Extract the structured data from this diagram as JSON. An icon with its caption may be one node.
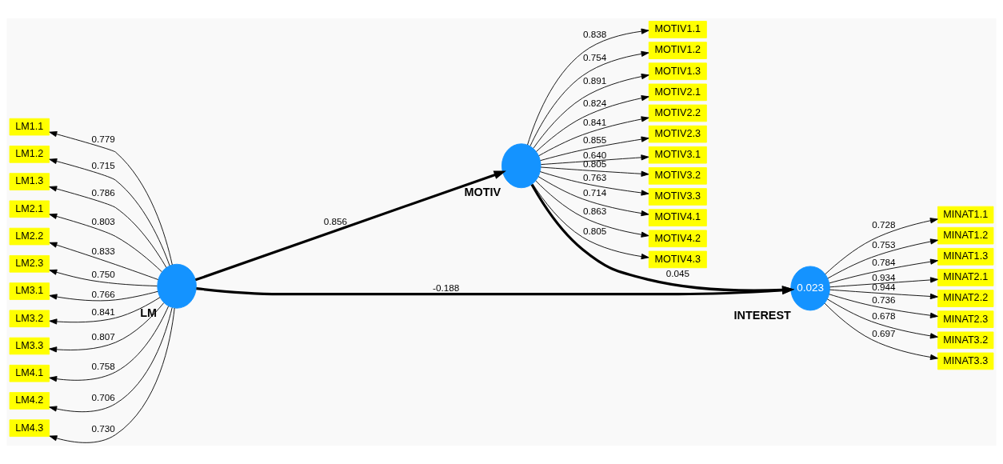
{
  "diagram": {
    "nodes": [
      {
        "text": [],
        "shape": "circle",
        "beside": [
          "LM"
        ]
      },
      {
        "text": [
          "LM1.1"
        ]
      },
      {
        "text": [
          "LM1.2"
        ]
      },
      {
        "text": [
          "LM1.3"
        ]
      },
      {
        "text": [
          "LM2.1"
        ]
      },
      {
        "text": [
          "LM2.2"
        ]
      },
      {
        "text": [
          "LM2.3"
        ]
      },
      {
        "text": [
          "LM3.1"
        ]
      },
      {
        "text": [
          "LM3.2"
        ]
      },
      {
        "text": [
          "LM3.3"
        ]
      },
      {
        "text": [
          "LM4.1"
        ]
      },
      {
        "text": [
          "LM4.2"
        ]
      },
      {
        "text": [
          "LM4.3"
        ]
      },
      {
        "text": [],
        "shape": "circle",
        "beside": [
          "MOTIV"
        ]
      },
      {
        "text": [
          "MOTIV1.1"
        ]
      },
      {
        "text": [
          "MOTIV1.2"
        ]
      },
      {
        "text": [
          "MOTIV1.3"
        ]
      },
      {
        "text": [
          "MOTIV2.1"
        ]
      },
      {
        "text": [
          "MOTIV2.2"
        ]
      },
      {
        "text": [
          "MOTIV2.3"
        ]
      },
      {
        "text": [
          "MOTIV3.1"
        ]
      },
      {
        "text": [
          "MOTIV3.2"
        ]
      },
      {
        "text": [
          "MOTIV3.3"
        ]
      },
      {
        "text": [
          "MOTIV4.1"
        ]
      },
      {
        "text": [
          "MOTIV4.2"
        ]
      },
      {
        "text": [
          "MOTIV4.3"
        ]
      },
      {
        "text": [
          "0.023"
        ],
        "beside": [
          "INTEREST"
        ]
      },
      {
        "text": [
          "MINAT1.1"
        ]
      },
      {
        "text": [
          "MINAT1.2"
        ]
      },
      {
        "text": [
          "MINAT1.3"
        ]
      },
      {
        "text": [
          "MINAT2.1"
        ]
      },
      {
        "text": [
          "MINAT2.2"
        ]
      },
      {
        "text": [
          "MINAT2.3"
        ]
      },
      {
        "text": [
          "MINAT3.2"
        ]
      },
      {
        "text": [
          "MINAT3.3"
        ]
      }
    ],
    "edges": [
      {
        "from": 0,
        "to": 13,
        "arrow": "to",
        "label": "0.856",
        "style": "thick"
      },
      {
        "from": 0,
        "to": 26,
        "arrow": "to",
        "label": "-0.188",
        "style": "thick"
      },
      {
        "from": 13,
        "to": 26,
        "arrow": "to",
        "label": "0.045",
        "style": "thick"
      },
      {
        "from": 0,
        "to": 1,
        "arrow": "to",
        "label": "0.779"
      },
      {
        "from": 0,
        "to": 2,
        "arrow": "to",
        "label": "0.715"
      },
      {
        "from": 0,
        "to": 3,
        "arrow": "to",
        "label": "0.786"
      },
      {
        "from": 0,
        "to": 4,
        "arrow": "to",
        "label": "0.803"
      },
      {
        "from": 0,
        "to": 5,
        "arrow": "to",
        "label": "0.833"
      },
      {
        "from": 0,
        "to": 6,
        "arrow": "to",
        "label": "0.750"
      },
      {
        "from": 0,
        "to": 7,
        "arrow": "to",
        "label": "0.766"
      },
      {
        "from": 0,
        "to": 8,
        "arrow": "to",
        "label": "0.841"
      },
      {
        "from": 0,
        "to": 9,
        "arrow": "to",
        "label": "0.807"
      },
      {
        "from": 0,
        "to": 10,
        "arrow": "to",
        "label": "0.758"
      },
      {
        "from": 0,
        "to": 11,
        "arrow": "to",
        "label": "0.706"
      },
      {
        "from": 0,
        "to": 12,
        "arrow": "to",
        "label": "0.730"
      },
      {
        "from": 13,
        "to": 14,
        "arrow": "to",
        "label": "0.838"
      },
      {
        "from": 13,
        "to": 15,
        "arrow": "to",
        "label": "0.754"
      },
      {
        "from": 13,
        "to": 16,
        "arrow": "to",
        "label": "0.891"
      },
      {
        "from": 13,
        "to": 17,
        "arrow": "to",
        "label": "0.824"
      },
      {
        "from": 13,
        "to": 18,
        "arrow": "to",
        "label": "0.841"
      },
      {
        "from": 13,
        "to": 19,
        "arrow": "to",
        "label": "0.855"
      },
      {
        "from": 13,
        "to": 20,
        "arrow": "to",
        "label": "0.640"
      },
      {
        "from": 13,
        "to": 21,
        "arrow": "to",
        "label": "0.805"
      },
      {
        "from": 13,
        "to": 22,
        "arrow": "to",
        "label": "0.763"
      },
      {
        "from": 13,
        "to": 23,
        "arrow": "to",
        "label": "0.714"
      },
      {
        "from": 13,
        "to": 24,
        "arrow": "to",
        "label": "0.863"
      },
      {
        "from": 13,
        "to": 25,
        "arrow": "to",
        "label": "0.805"
      },
      {
        "from": 26,
        "to": 27,
        "arrow": "to",
        "label": "0.728"
      },
      {
        "from": 26,
        "to": 28,
        "arrow": "to",
        "label": "0.753"
      },
      {
        "from": 26,
        "to": 29,
        "arrow": "to",
        "label": "0.784"
      },
      {
        "from": 26,
        "to": 30,
        "arrow": "to",
        "label": "0.934"
      },
      {
        "from": 26,
        "to": 31,
        "arrow": "to",
        "label": "0.944"
      },
      {
        "from": 26,
        "to": 32,
        "arrow": "to",
        "label": "0.736"
      },
      {
        "from": 26,
        "to": 33,
        "arrow": "to",
        "label": "0.678"
      },
      {
        "from": 26,
        "to": 34,
        "arrow": "to",
        "label": "0.697"
      }
    ]
  }
}
